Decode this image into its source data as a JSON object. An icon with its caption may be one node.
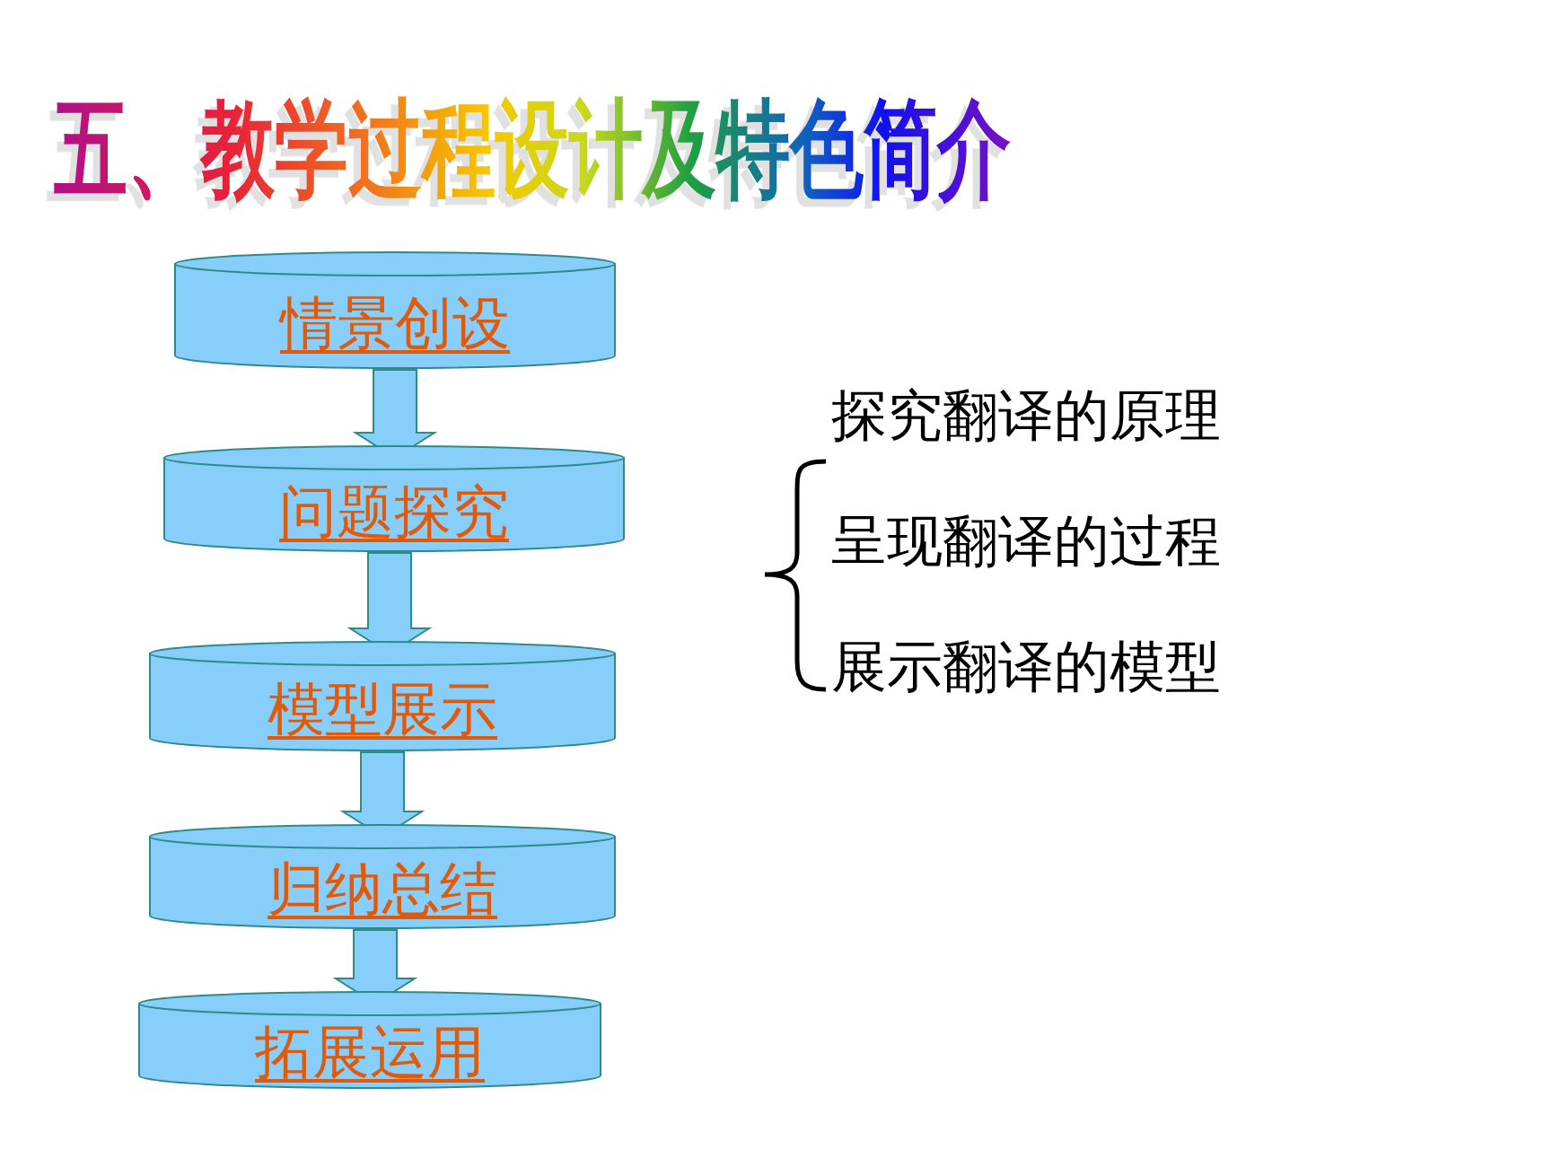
{
  "diagram": {
    "title": "五、教学过程设计及特色简介",
    "nodes": [
      {
        "text": [
          "情景创设"
        ]
      },
      {
        "text": [
          "问题探究"
        ]
      },
      {
        "text": [
          "模型展示"
        ]
      },
      {
        "text": [
          "归纳总结"
        ]
      },
      {
        "text": [
          "拓展运用"
        ]
      }
    ],
    "edges": [
      {
        "from": 0,
        "to": 1,
        "arrow": "to"
      },
      {
        "from": 1,
        "to": 2,
        "arrow": "to"
      },
      {
        "from": 2,
        "to": 3,
        "arrow": "to"
      },
      {
        "from": 3,
        "to": 4,
        "arrow": "to"
      }
    ],
    "labels": [
      "探究翻译的原理",
      "呈现翻译的过程",
      "展示翻译的模型"
    ]
  }
}
